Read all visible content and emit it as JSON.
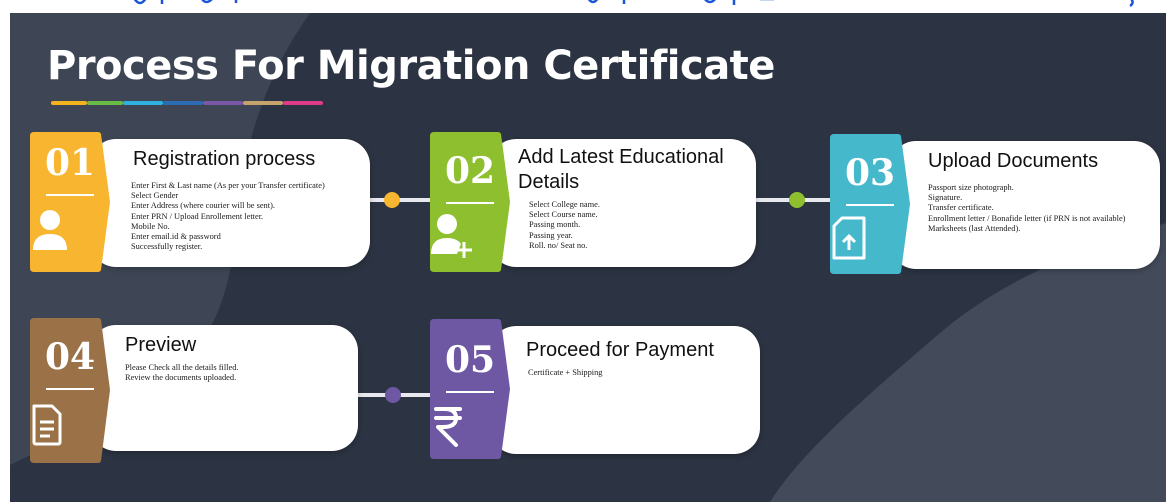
{
  "colors": {
    "background": "#2c3342",
    "step1": "#f8b630",
    "step2": "#8dbf2e",
    "step3": "#46b8cc",
    "step4": "#9b7148",
    "step5": "#6e58a3",
    "connector": "#e7e9ee"
  },
  "title": "Process For Migration Certificate",
  "underline_colors": [
    "#f2b31d",
    "#69bd45",
    "#2fb3e0",
    "#2b6cb3",
    "#7a56a6",
    "#c6a36a",
    "#e03b8b"
  ],
  "steps": [
    {
      "number": "01",
      "title": "Registration process",
      "icon": "user-icon",
      "details": [
        "Enter First & Last name (As per your Transfer certificate)",
        "Select Gender",
        "Enter Address (where courier will be sent).",
        "Enter PRN / Upload Enrollement letter.",
        "Mobile No.",
        "Enter email.id & password",
        "Successfully register."
      ]
    },
    {
      "number": "02",
      "title_line1": "Add Latest Educational",
      "title_line2": "Details",
      "icon": "add-user-icon",
      "details": [
        "Select College name.",
        "Select Course name.",
        "Passing month.",
        "Passing year.",
        "Roll. no/ Seat no."
      ]
    },
    {
      "number": "03",
      "title": "Upload Documents",
      "icon": "upload-document-icon",
      "details": [
        "Passport size photograph.",
        "Signature.",
        "Transfer certificate.",
        "Enrollment letter / Bonafide letter (if  PRN is not available)",
        "Marksheets (last Attended)."
      ]
    },
    {
      "number": "04",
      "title": "Preview",
      "icon": "document-icon",
      "details": [
        "Please Check all the details filled.",
        "Review the documents uploaded."
      ]
    },
    {
      "number": "05",
      "title": "Proceed for Payment",
      "icon": "rupee-icon",
      "details": [
        "Certificate + Shipping"
      ]
    }
  ]
}
